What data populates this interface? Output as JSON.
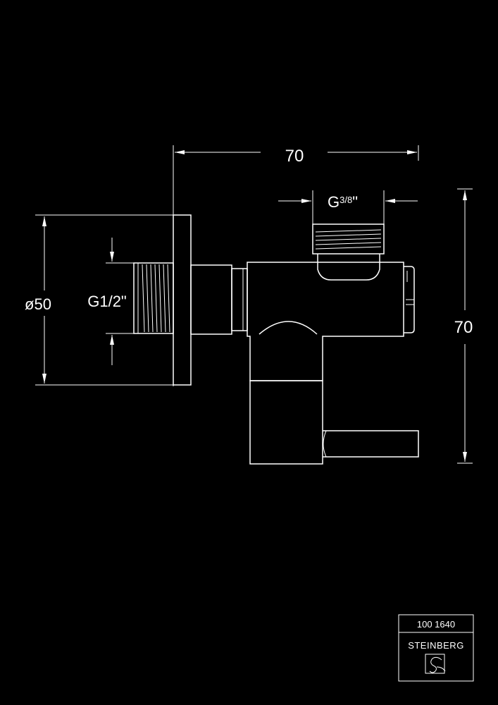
{
  "dimensions": {
    "overall_width": "70",
    "overall_height": "70",
    "flange_diameter": "ø50",
    "inlet_thread": "G1/2\"",
    "outlet_thread_prefix": "G",
    "outlet_thread_fraction": "3/8",
    "outlet_thread_suffix": "\""
  },
  "title_block": {
    "article_number": "100 1640",
    "brand": "STEINBERG"
  },
  "colors": {
    "background": "#000000",
    "lines": "#ffffff"
  }
}
